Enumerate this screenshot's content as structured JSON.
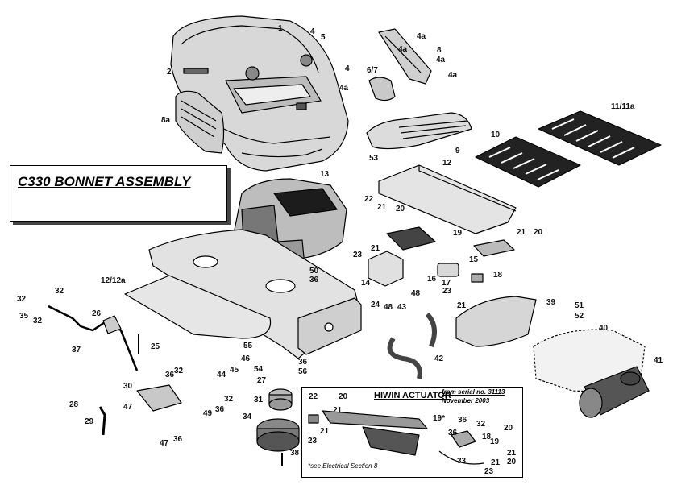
{
  "title": "C330 BONNET ASSEMBLY",
  "inset": {
    "title": "HIWIN ACTUATOR",
    "serial_line1": "from serial no. 31113",
    "serial_line2": "November 2003",
    "note": "*see Electrical Section 8"
  },
  "labels": {
    "l1": "1",
    "l2": "2",
    "l4a": "4",
    "l5": "5",
    "l4b": "4",
    "l4a_1": "4a",
    "l4a_2": "4a",
    "l4a_3": "4a",
    "l4a_4": "4a",
    "l4a_5": "4a",
    "l8a": "8",
    "l67": "6/7",
    "l8a_side": "8a",
    "l9": "9",
    "l53": "53",
    "l1111a": "11/11a",
    "l10": "10",
    "l12": "12",
    "l13": "13",
    "l22": "22",
    "l21a": "21",
    "l20a": "20",
    "l19": "19",
    "l23a": "23",
    "l21b": "21",
    "l21c": "21",
    "l20b": "20",
    "l15": "15",
    "l14": "14",
    "l16": "16",
    "l17": "17",
    "l18": "18",
    "l23b": "23",
    "l21d": "21",
    "l12_12a": "12/12a",
    "l32a": "32",
    "l32b": "32",
    "l32c": "32",
    "l35": "35",
    "l26": "26",
    "l37": "37",
    "l25": "25",
    "l50": "50",
    "l36a": "36",
    "l24": "24",
    "l48a": "48",
    "l48b": "48",
    "l43": "43",
    "l42": "42",
    "l39": "39",
    "l51": "51",
    "l52": "52",
    "l40": "40",
    "l41": "41",
    "l55": "55",
    "l46": "46",
    "l45": "45",
    "l44": "44",
    "l36b": "36",
    "l32d": "32",
    "l54": "54",
    "l36c": "36",
    "l56": "56",
    "l27": "27",
    "l30": "30",
    "l28": "28",
    "l29": "29",
    "l47a": "47",
    "l47b": "47",
    "l36d": "36",
    "l32e": "32",
    "l49": "49",
    "l36e": "36",
    "l31": "31",
    "l34": "34",
    "l38": "38",
    "i22": "22",
    "i20": "20",
    "i21a": "21",
    "i21b": "21",
    "i23a": "23",
    "i19": "19*",
    "i36a": "36",
    "i32": "32",
    "i36b": "36",
    "i18": "18",
    "i20b": "20",
    "i19b": "19",
    "i21c": "21",
    "i20c": "20",
    "i33": "33",
    "i21d": "21",
    "i23b": "23"
  }
}
